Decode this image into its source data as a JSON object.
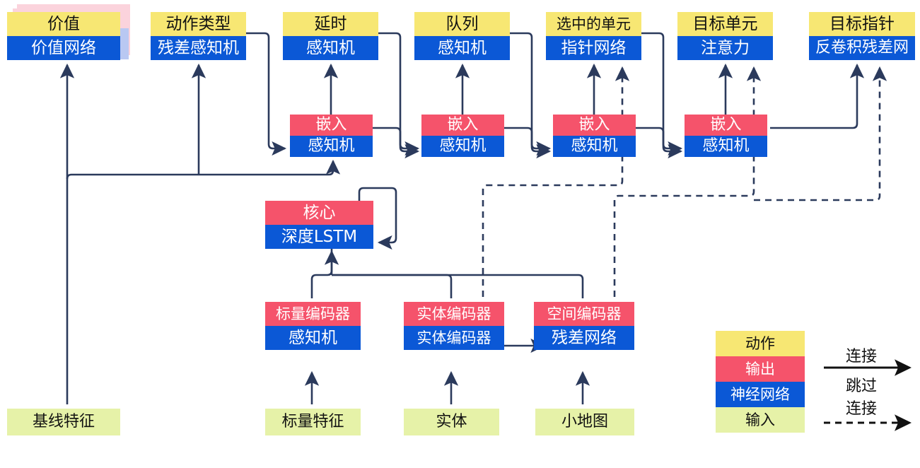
{
  "diagram": {
    "title": "AlphaStar-style agent architecture diagram (Chinese labels)",
    "palette": {
      "action": "#F7E773",
      "output": "#F5536B",
      "network": "#0B58D6",
      "input": "#E6F2A8",
      "wire": "#2B3A5C",
      "ghost_pink": "#FBD3DC",
      "ghost_blue": "#B9C8F2",
      "background": "#FFFFFF"
    }
  },
  "nodes": {
    "value": {
      "top": "价值",
      "bottom": "价值网络"
    },
    "action_type": {
      "top": "动作类型",
      "bottom": "残差感知机"
    },
    "delay": {
      "top": "延时",
      "bottom": "感知机"
    },
    "queue": {
      "top": "队列",
      "bottom": "感知机"
    },
    "selected_units": {
      "top": "选中的单元",
      "bottom": "指针网络"
    },
    "target_unit": {
      "top": "目标单元",
      "bottom": "注意力"
    },
    "target_point": {
      "top": "目标指针",
      "bottom": "反卷积残差网"
    },
    "embed1": {
      "top": "嵌入",
      "bottom": "感知机"
    },
    "embed2": {
      "top": "嵌入",
      "bottom": "感知机"
    },
    "embed3": {
      "top": "嵌入",
      "bottom": "感知机"
    },
    "embed4": {
      "top": "嵌入",
      "bottom": "感知机"
    },
    "core": {
      "top": "核心",
      "bottom": "深度LSTM"
    },
    "scalar_encoder": {
      "top": "标量编码器",
      "bottom": "感知机"
    },
    "entity_encoder": {
      "top": "实体编码器",
      "bottom": "实体编码器"
    },
    "spatial_encoder": {
      "top": "空间编码器",
      "bottom": "残差网络"
    },
    "baseline_features": {
      "label": "基线特征"
    },
    "scalar_features": {
      "label": "标量特征"
    },
    "entities": {
      "label": "实体"
    },
    "minimap": {
      "label": "小地图"
    }
  },
  "legend": {
    "swatches": [
      {
        "key": "action",
        "label": "动作"
      },
      {
        "key": "output",
        "label": "输出"
      },
      {
        "key": "network",
        "label": "神经网络"
      },
      {
        "key": "input",
        "label": "输入"
      }
    ],
    "edges": [
      {
        "key": "connection",
        "label": "连接",
        "style": "solid"
      },
      {
        "key": "skip-line1",
        "label": "跳过",
        "style": "dashed"
      },
      {
        "key": "skip-line2",
        "label": "连接",
        "style": "dashed"
      }
    ]
  }
}
